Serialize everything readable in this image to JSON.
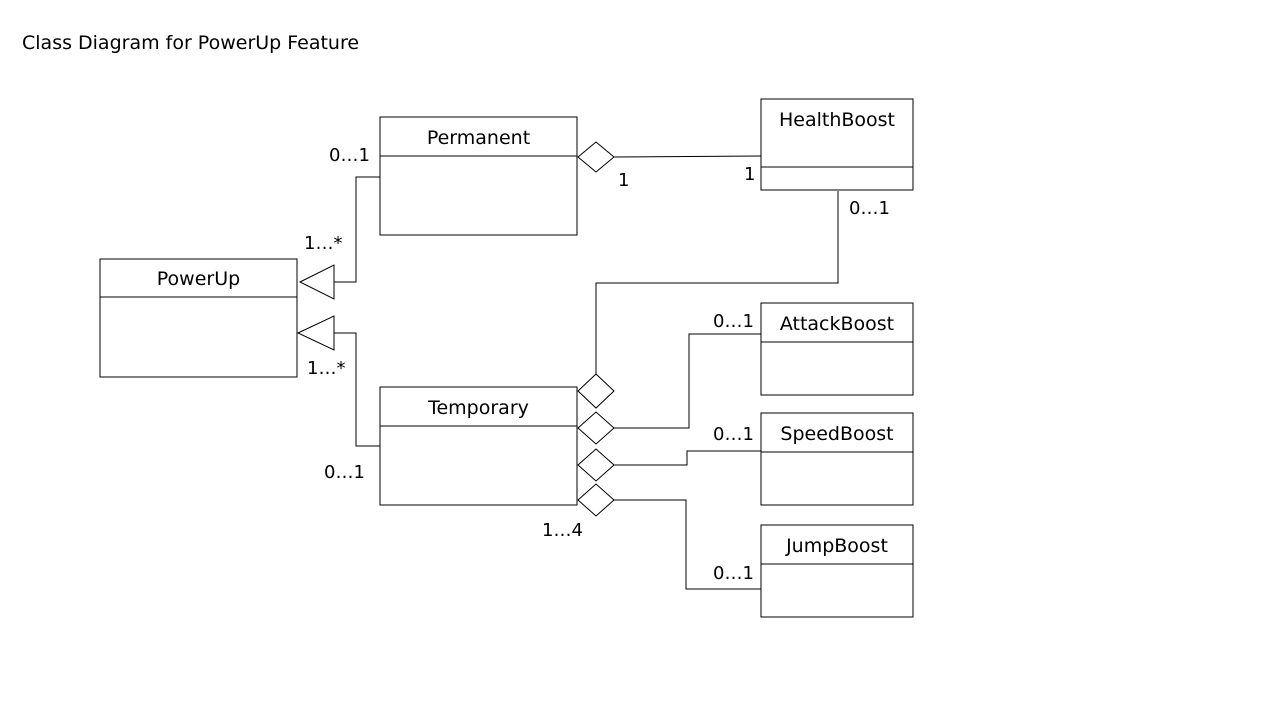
{
  "title": "Class Diagram for PowerUp Feature",
  "classes": {
    "powerup": "PowerUp",
    "permanent": "Permanent",
    "temporary": "Temporary",
    "healthboost": "HealthBoost",
    "attackboost": "AttackBoost",
    "speedboost": "SpeedBoost",
    "jumpboost": "JumpBoost"
  },
  "relationships": [
    {
      "type": "generalization",
      "from": "Permanent",
      "to": "PowerUp",
      "from_mult": "0…1",
      "to_mult": "1…*"
    },
    {
      "type": "generalization",
      "from": "Temporary",
      "to": "PowerUp",
      "from_mult": "0…1",
      "to_mult": "1…*"
    },
    {
      "type": "aggregation",
      "whole": "Permanent",
      "part": "HealthBoost",
      "whole_mult": "1",
      "part_mult": "1"
    },
    {
      "type": "aggregation",
      "whole": "Temporary",
      "part": "HealthBoost",
      "part_mult": "0…1"
    },
    {
      "type": "aggregation",
      "whole": "Temporary",
      "part": "AttackBoost",
      "part_mult": "0…1"
    },
    {
      "type": "aggregation",
      "whole": "Temporary",
      "part": "SpeedBoost",
      "part_mult": "0…1"
    },
    {
      "type": "aggregation",
      "whole": "Temporary",
      "part": "JumpBoost",
      "part_mult": "0…1",
      "whole_mult": "1…4"
    }
  ]
}
